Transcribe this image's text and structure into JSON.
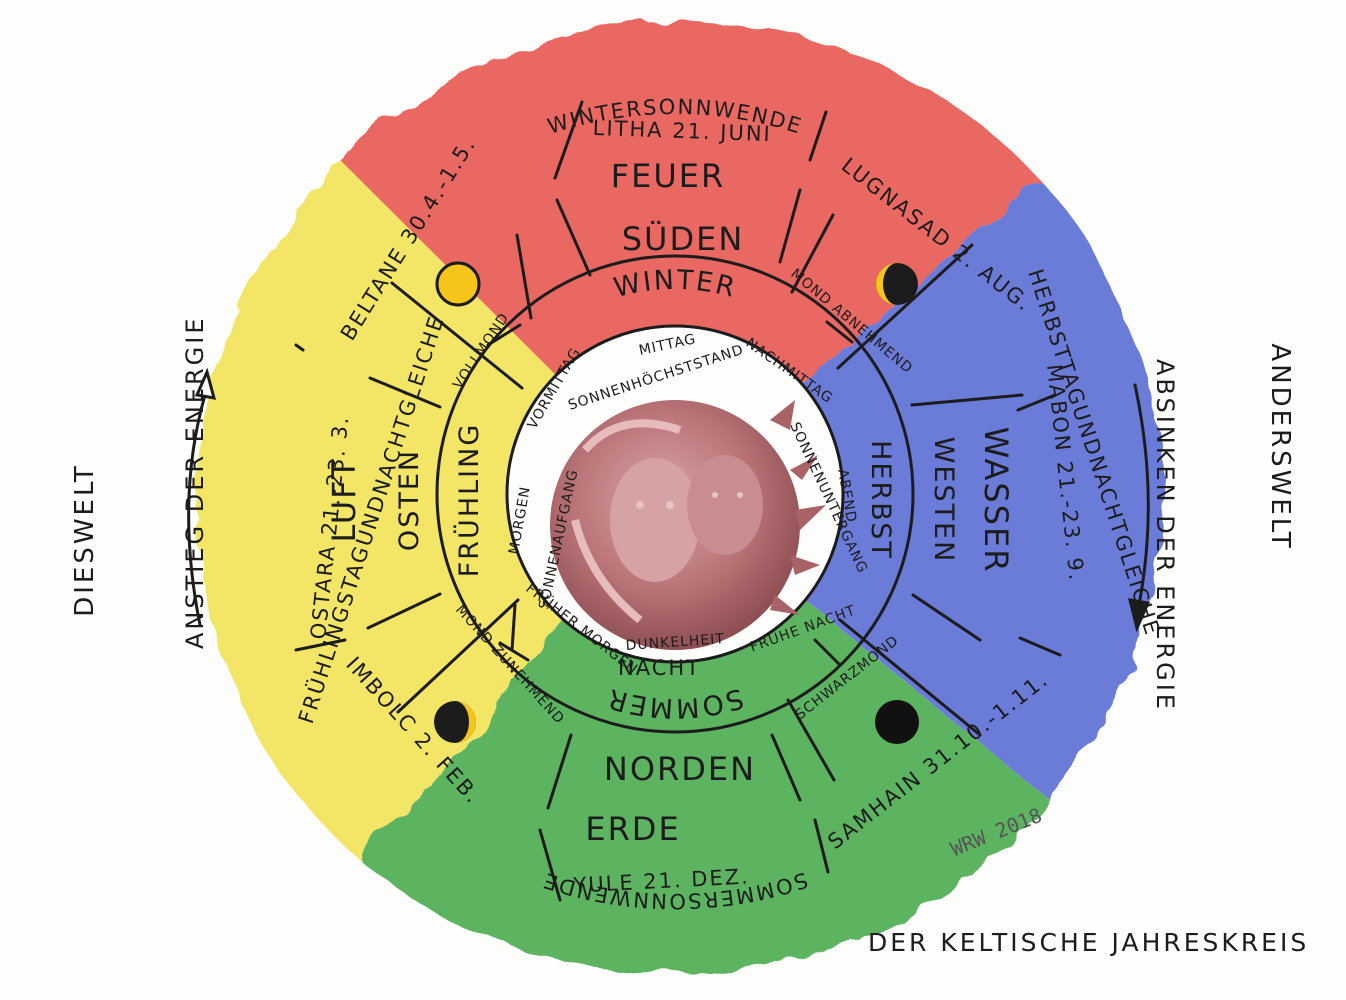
{
  "title": "DER KELTISCHE JAHRESKREIS",
  "signature": "WRW 2018",
  "side_labels": {
    "left_outer": "DIESWELT",
    "left_inner": "ANSTIEG DER ENERGIE",
    "right_inner": "ABSINKEN DER ENERGIE",
    "right_outer": "ANDERSWELT"
  },
  "quadrant_colors": {
    "south": "#e85c56",
    "east": "#f3e35a",
    "west": "#5f70d6",
    "north": "#4fae55"
  },
  "festivals": {
    "sommersonnwende": "SOMMERSONNWENDE",
    "litha": "LITHA 21. JUNI",
    "lugnasad": "LUGNASAD 2. AUG.",
    "herbst_tgl": "HERBSTTAGUNDNACHTGLEICHE",
    "mabon": "MABON 21.-23. 9.",
    "samhain": "SAMHAIN 31.10.-1.11.",
    "yule": "YULE 21. DEZ.",
    "wintersonnwende": "WINTERSONNWENDE",
    "imbolc": "IMBOLC 2. FEB.",
    "fruehling_tgl": "FRÜHLINGSTAGUNDNACHTGLEICHE",
    "ostara": "OSTARA 21.-23. 3.",
    "beltane": "BELTANE 30.4.-1.5."
  },
  "elements": {
    "south": "FEUER",
    "east": "LUFT",
    "west": "WASSER",
    "north": "ERDE"
  },
  "directions": {
    "south": "SÜDEN",
    "east": "OSTEN",
    "west": "WESTEN",
    "north": "NORDEN"
  },
  "seasons": {
    "summer": "SOMMER",
    "spring": "FRÜHLING",
    "autumn": "HERBST",
    "winter": "WINTER"
  },
  "moon_phases": {
    "full": "VOLLMOND",
    "waning": "MOND ABNEHMEND",
    "dark": "SCHWARZMOND",
    "waxing": "MOND ZUNEHMEND"
  },
  "times_of_day": [
    "MITTAG",
    "SONNENHÖCHSTSTAND",
    "NACHMITTAG",
    "SONNENUNTERGANG",
    "ABEND",
    "FRÜHE NACHT",
    "DUNKELHEIT",
    "NACHT",
    "FRÜHER MORGEN",
    "SONNENAUFGANG",
    "MORGEN",
    "VORMITTAG"
  ]
}
